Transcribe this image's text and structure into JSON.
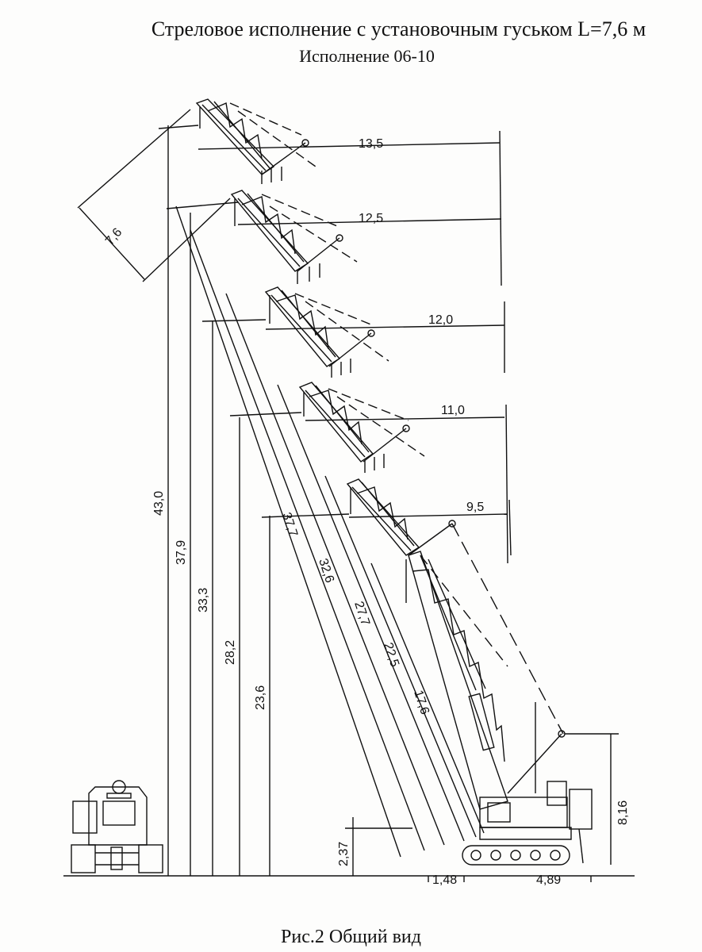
{
  "header": {
    "title": "Стреловое исполнение с установочным гуськом  L=7,6 м",
    "subtitle": "Исполнение 06-10"
  },
  "caption": "Рис.2  Общий вид",
  "dimensions": {
    "jib_length": "7,6",
    "radii": [
      "13,5",
      "12,5",
      "12,0",
      "11,0",
      "9,5"
    ],
    "heights": [
      "43,0",
      "37,9",
      "33,3",
      "28,2",
      "23,6"
    ],
    "boom_lengths": [
      "37,7",
      "32,6",
      "27,7",
      "22,5",
      "17,6"
    ],
    "pivot_height": "2,37",
    "base_height": "8,16",
    "track_left": "1,48",
    "track_right": "4,89"
  }
}
